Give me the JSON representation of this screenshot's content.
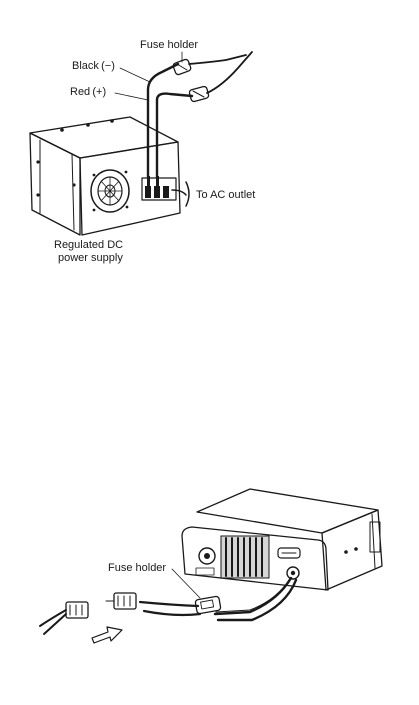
{
  "figure1": {
    "labels": {
      "fuse_holder": "Fuse holder",
      "black": "Black (−)",
      "red": "Red (+)",
      "ac_outlet": "To AC outlet",
      "psu_line1": "Regulated DC",
      "psu_line2": "power supply"
    }
  },
  "figure2": {
    "labels": {
      "fuse_holder": "Fuse holder"
    }
  }
}
